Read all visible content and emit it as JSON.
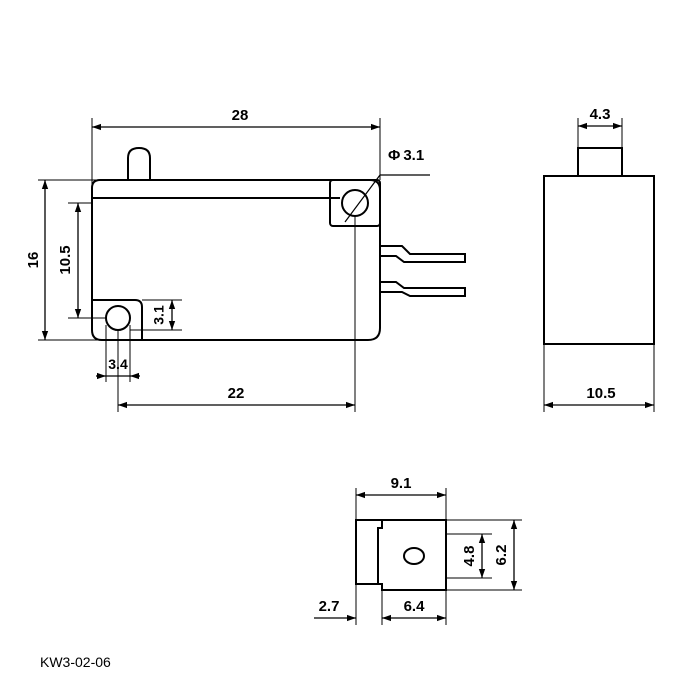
{
  "colors": {
    "line": "#000000",
    "background": "#ffffff"
  },
  "front_view": {
    "width": "28",
    "height": "16",
    "mount_spacing": "10.5",
    "hole_diameter": "3.1",
    "hole_prefix": "Φ",
    "hole_offset": "3.1",
    "hole_edge": "3.4",
    "hole_to_end": "22"
  },
  "side_view": {
    "plunger_width": "4.3",
    "body_width": "10.5"
  },
  "terminal_view": {
    "length": "9.1",
    "slot_height": "4.8",
    "tab_height": "6.2",
    "step": "2.7",
    "tab_length": "6.4"
  },
  "model": "KW3-02-06"
}
